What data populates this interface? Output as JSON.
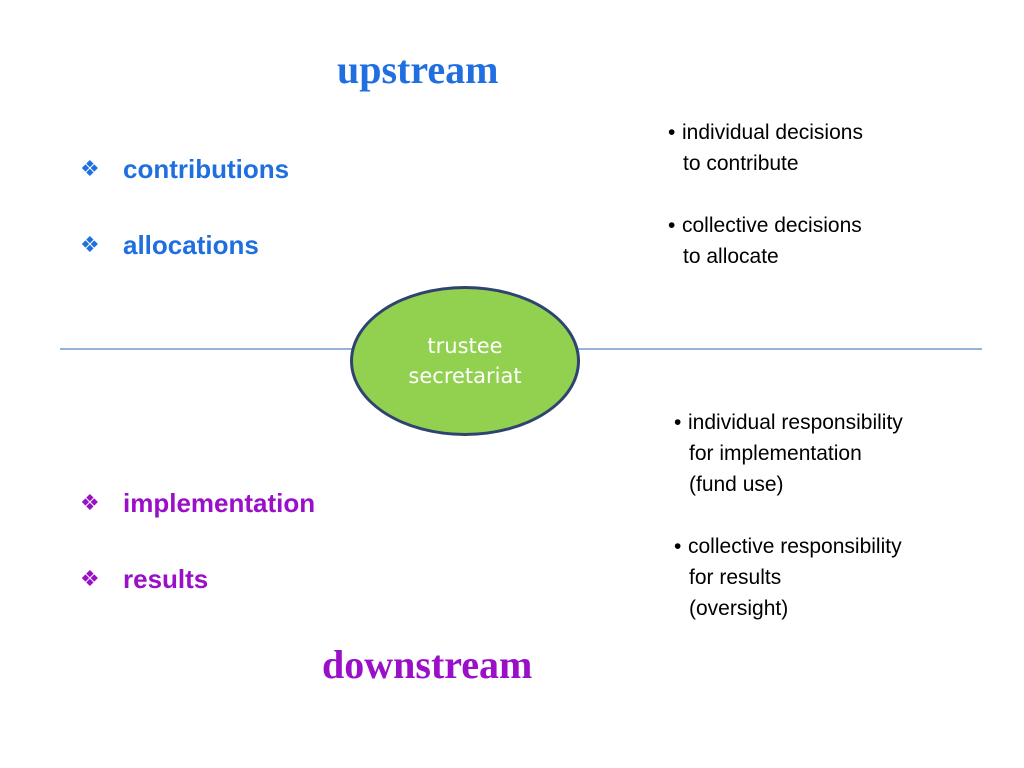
{
  "colors": {
    "upstream": "#1f6fe0",
    "downstream": "#9a10c8",
    "hub_fill": "#92d050",
    "hub_border": "#2f4370",
    "hub_text": "#ffffff",
    "divider": "#95b3d7"
  },
  "upstream": {
    "heading": "upstream",
    "stages": [
      {
        "icon": "diamond-bullet-icon",
        "glyph": "❖",
        "label": "contributions"
      },
      {
        "icon": "diamond-bullet-icon",
        "glyph": "❖",
        "label": "allocations"
      }
    ],
    "notes": [
      {
        "bullet": "•",
        "line1": "individual decisions",
        "line2": "to contribute"
      },
      {
        "bullet": "•",
        "line1": "collective decisions",
        "line2": "to allocate"
      }
    ]
  },
  "hub": {
    "line1": "trustee",
    "line2": "secretariat"
  },
  "downstream": {
    "heading": "downstream",
    "stages": [
      {
        "icon": "diamond-bullet-icon",
        "glyph": "❖",
        "label": "implementation"
      },
      {
        "icon": "diamond-bullet-icon",
        "glyph": "❖",
        "label": "results"
      }
    ],
    "notes": [
      {
        "bullet": "•",
        "line1": "individual responsibility",
        "line2": "for implementation",
        "line3": "(fund use)"
      },
      {
        "bullet": "•",
        "line1": "collective responsibility",
        "line2": "for results",
        "line3": "(oversight)"
      }
    ]
  }
}
